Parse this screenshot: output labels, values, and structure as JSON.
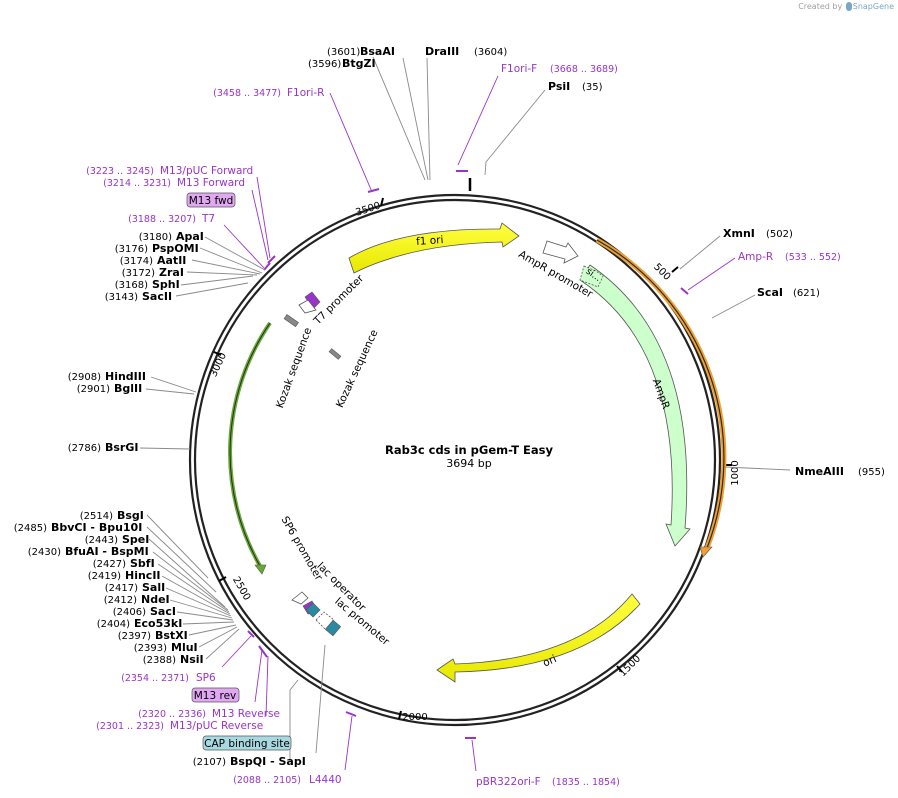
{
  "credit": {
    "created_by": "Created by",
    "brand": "SnapGene"
  },
  "plasmid": {
    "name": "Rab3c cds in pGem-T Easy",
    "length_label": "3694 bp",
    "length": 3694
  },
  "ticks": [
    "500",
    "1000",
    "1500",
    "2000",
    "2500",
    "3000",
    "3500"
  ],
  "tick_values": [
    500,
    1000,
    1500,
    2000,
    2500,
    3000,
    3500
  ],
  "sites": [
    {
      "name": "BsaAI",
      "pos": "(3601)"
    },
    {
      "name": "BtgZI",
      "pos": "(3596)"
    },
    {
      "name": "DraIII",
      "pos": "(3604)"
    },
    {
      "name": "PsiI",
      "pos": "(35)"
    },
    {
      "name": "XmnI",
      "pos": "(502)"
    },
    {
      "name": "ScaI",
      "pos": "(621)"
    },
    {
      "name": "NmeAIII",
      "pos": "(955)"
    },
    {
      "name": "ApaI",
      "pos": "(3180)"
    },
    {
      "name": "PspOMI",
      "pos": "(3176)"
    },
    {
      "name": "AatII",
      "pos": "(3174)"
    },
    {
      "name": "ZraI",
      "pos": "(3172)"
    },
    {
      "name": "SphI",
      "pos": "(3168)"
    },
    {
      "name": "SacII",
      "pos": "(3143)"
    },
    {
      "name": "HindIII",
      "pos": "(2908)"
    },
    {
      "name": "BglII",
      "pos": "(2901)"
    },
    {
      "name": "BsrGI",
      "pos": "(2786)"
    },
    {
      "name": "BsgI",
      "pos": "(2514)"
    },
    {
      "name": "BbvCI - Bpu10I",
      "pos": "(2485)"
    },
    {
      "name": "SpeI",
      "pos": "(2443)"
    },
    {
      "name": "BfuAI - BspMI",
      "pos": "(2430)"
    },
    {
      "name": "SbfI",
      "pos": "(2427)"
    },
    {
      "name": "HincII",
      "pos": "(2419)"
    },
    {
      "name": "SalI",
      "pos": "(2417)"
    },
    {
      "name": "NdeI",
      "pos": "(2412)"
    },
    {
      "name": "SacI",
      "pos": "(2406)"
    },
    {
      "name": "Eco53kI",
      "pos": "(2404)"
    },
    {
      "name": "BstXI",
      "pos": "(2397)"
    },
    {
      "name": "MluI",
      "pos": "(2393)"
    },
    {
      "name": "NsiI",
      "pos": "(2388)"
    },
    {
      "name": "BspQI - SapI",
      "pos": "(2107)"
    }
  ],
  "primers": [
    {
      "name": "F1ori-F",
      "range": "(3668 .. 3689)"
    },
    {
      "name": "F1ori-R",
      "range": "(3458 .. 3477)"
    },
    {
      "name": "M13/pUC Forward",
      "range": "(3223 .. 3245)"
    },
    {
      "name": "M13 Forward",
      "range": "(3214 .. 3231)"
    },
    {
      "name": "T7",
      "range": "(3188 .. 3207)"
    },
    {
      "name": "Amp-R",
      "range": "(533 .. 552)"
    },
    {
      "name": "SP6",
      "range": "(2354 .. 2371)"
    },
    {
      "name": "M13 Reverse",
      "range": "(2320 .. 2336)"
    },
    {
      "name": "M13/pUC Reverse",
      "range": "(2301 .. 2323)"
    },
    {
      "name": "L4440",
      "range": "(2088 .. 2105)"
    },
    {
      "name": "pBR322ori-F",
      "range": "(1835 .. 1854)"
    }
  ],
  "boxes": {
    "m13_fwd": "M13 fwd",
    "m13_rev": "M13 rev",
    "cap": "CAP binding site"
  },
  "features": {
    "f1_ori": "f1 ori",
    "ori": "ori",
    "ampr": "AmpR",
    "ampr_promoter": "AmpR promoter",
    "signal": "si...",
    "t7_promoter": "T7 promoter",
    "sp6_promoter": "SP6 promoter",
    "lac_operator": "lac operator",
    "lac_promoter": "lac promoter",
    "kozak_1": "Kozak sequence",
    "kozak_2": "Kozak sequence"
  },
  "colors": {
    "primer": "#9933cc",
    "ori_fill": "#ffff00",
    "ampr_fill": "#ccffcc",
    "insert_outline": "#f0a030",
    "green_outline": "#66aa33",
    "lac_fill": "#2a8aa0",
    "promoter_purple": "#9933cc",
    "m13_box": "#e0a8f0",
    "cap_box": "#a8d8e0"
  }
}
